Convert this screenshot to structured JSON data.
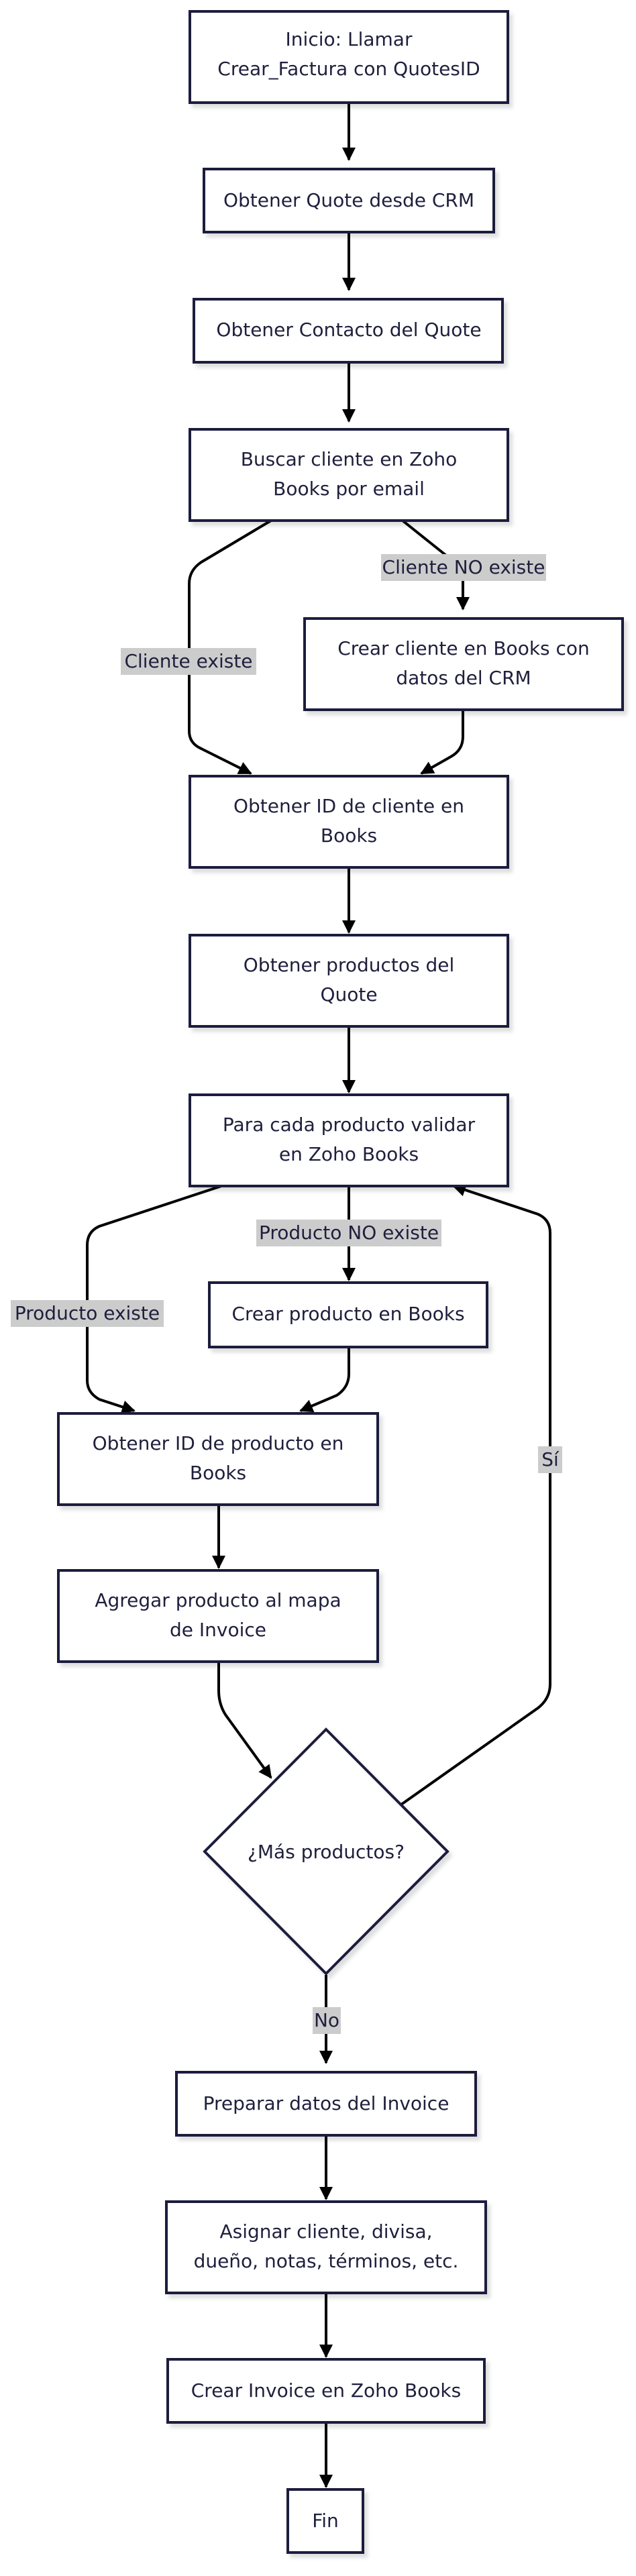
{
  "nodes": {
    "inicio": {
      "lines": [
        "Inicio: Llamar",
        "Crear_Factura con QuotesID"
      ]
    },
    "obtener_quote": {
      "lines": [
        "Obtener Quote desde CRM"
      ]
    },
    "obtener_contacto": {
      "lines": [
        "Obtener Contacto del Quote"
      ]
    },
    "buscar_cliente": {
      "lines": [
        "Buscar cliente en Zoho",
        "Books por email"
      ]
    },
    "crear_cliente": {
      "lines": [
        "Crear cliente en Books con",
        "datos del CRM"
      ]
    },
    "obtener_id_cliente": {
      "lines": [
        "Obtener ID de cliente en",
        "Books"
      ]
    },
    "obtener_productos": {
      "lines": [
        "Obtener productos del",
        "Quote"
      ]
    },
    "validar_producto": {
      "lines": [
        "Para cada producto validar",
        "en Zoho Books"
      ]
    },
    "crear_producto": {
      "lines": [
        "Crear producto en Books"
      ]
    },
    "obtener_id_producto": {
      "lines": [
        "Obtener ID de producto en",
        "Books"
      ]
    },
    "agregar_producto": {
      "lines": [
        "Agregar producto al mapa",
        "de Invoice"
      ]
    },
    "mas_productos": {
      "lines": [
        "¿Más productos?"
      ]
    },
    "preparar_datos": {
      "lines": [
        "Preparar datos del Invoice"
      ]
    },
    "asignar_cliente": {
      "lines": [
        "Asignar cliente, divisa,",
        "dueño, notas, términos, etc."
      ]
    },
    "crear_invoice": {
      "lines": [
        "Crear Invoice en Zoho Books"
      ]
    },
    "fin": {
      "lines": [
        "Fin"
      ]
    }
  },
  "edge_labels": {
    "cliente_no_existe": "Cliente NO existe",
    "cliente_existe": "Cliente existe",
    "producto_no_existe": "Producto NO existe",
    "producto_existe": "Producto existe",
    "si": "Sí",
    "no": "No"
  },
  "colors": {
    "node_border": "#1f1f3d",
    "node_fill": "#ffffff",
    "edge": "#000000",
    "label_background": "#cccccc",
    "text": "#1f1f3d"
  }
}
